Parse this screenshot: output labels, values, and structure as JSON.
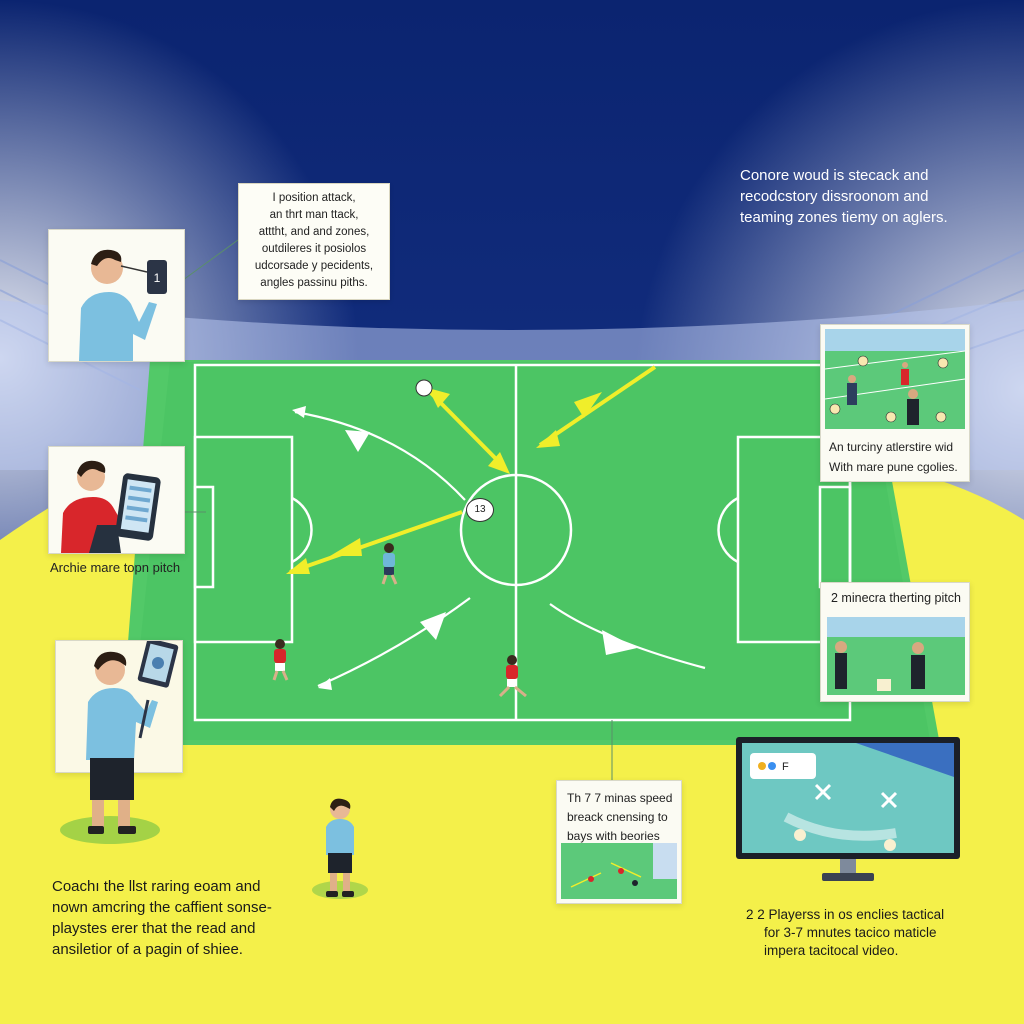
{
  "top_right_text": [
    "Conore woud is stecack and",
    "recodcstory dissroonom and",
    "teaming zones tiemy on aglers."
  ],
  "left_note": [
    "I position attack,",
    "an thrt man ttack,",
    "atttht, and and zones,",
    "outdileres it posiolos",
    "udcorsade y pecidents,",
    "angles passinu piths."
  ],
  "right_top_caption": [
    "An turciny atlerstire wid",
    "With mare pune cgolies."
  ],
  "left_mid_caption": "Archie mare topn pitch",
  "right_mid_caption": "2 minecra therting pitch",
  "center_note": [
    "Th 7 7 minas speed",
    "breack cnensing to",
    "bays with beories"
  ],
  "bottom_left_text": [
    "Coachı the llst raring eoam and",
    "nown amcring the caffient sonse-",
    "playstes erer that the read and",
    "ansiletior of a pagin of shiee."
  ],
  "bottom_right_text": [
    "2  2 Playerss in os enclies tactical",
    "for 3-7 mnutes tacico maticle",
    "impera tacitocal video."
  ],
  "center_marker": "13",
  "colors": {
    "sky": "#0d2a7a",
    "pitch": "#52c968",
    "yellow_ground": "#f4f04a",
    "arrow_yellow": "#f0ee2a",
    "red_player": "#d8262b",
    "blue_player": "#6fb7d8"
  },
  "icons": [
    "coach-with-phone-icon",
    "tablet-user-icon",
    "coach-with-device-icon",
    "player-figure-icon",
    "monitor-icon"
  ]
}
